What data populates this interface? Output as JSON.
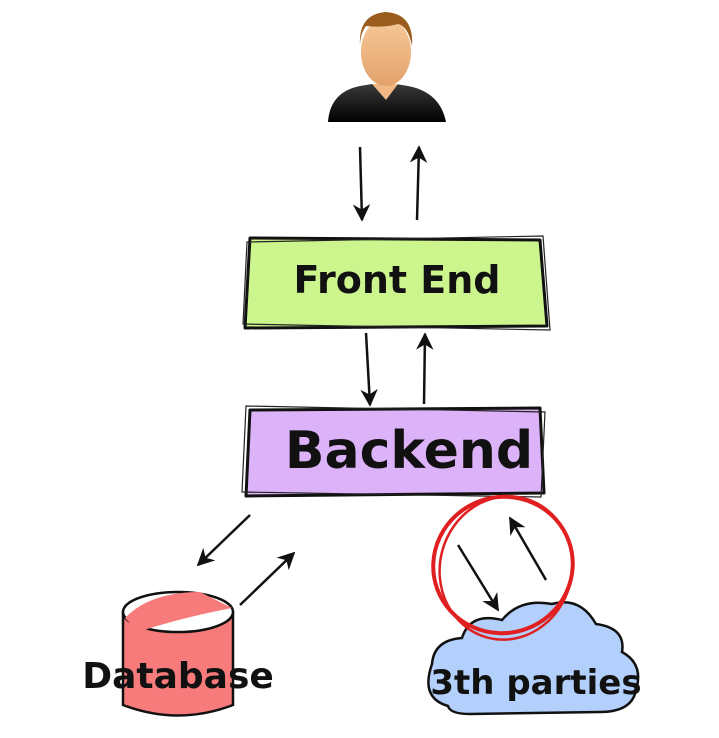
{
  "nodes": {
    "user": {
      "icon": "person-icon"
    },
    "frontend": {
      "label": "Front End",
      "color": "#cdf58e"
    },
    "backend": {
      "label": "Backend",
      "color": "#dcb3f8"
    },
    "database": {
      "label": "Database",
      "color": "#f87b7b",
      "icon": "database-cylinder-icon"
    },
    "third_parties": {
      "label": "3th parties",
      "color": "#b2d0fb",
      "icon": "cloud-icon"
    }
  },
  "highlight": {
    "color": "#e02020",
    "target": "third_parties"
  },
  "connections": [
    {
      "from": "user",
      "to": "frontend"
    },
    {
      "from": "frontend",
      "to": "user"
    },
    {
      "from": "frontend",
      "to": "backend"
    },
    {
      "from": "backend",
      "to": "frontend"
    },
    {
      "from": "backend",
      "to": "database"
    },
    {
      "from": "database",
      "to": "backend"
    },
    {
      "from": "backend",
      "to": "third_parties"
    },
    {
      "from": "third_parties",
      "to": "backend"
    }
  ]
}
